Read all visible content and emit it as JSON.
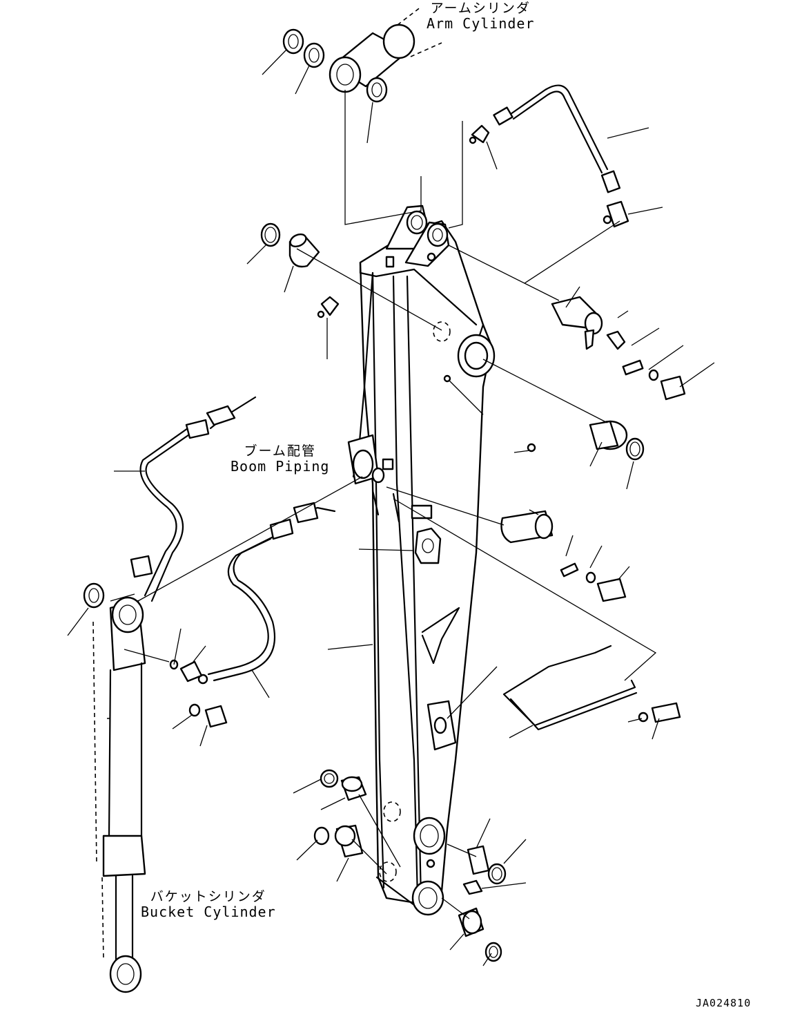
{
  "labels": {
    "arm_cylinder": {
      "jp": "アームシリンダ",
      "en": "Arm Cylinder"
    },
    "boom_piping": {
      "jp": "ブーム配管",
      "en": "Boom Piping"
    },
    "bucket_cylinder": {
      "jp": "バケットシリンダ",
      "en": "Bucket Cylinder"
    }
  },
  "drawing_code": "JA024810"
}
